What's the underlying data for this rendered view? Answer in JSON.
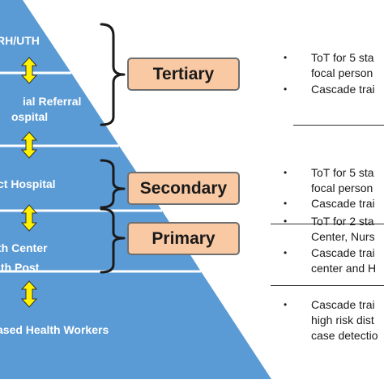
{
  "colors": {
    "pyramid": "#5b9bd5",
    "pyramid_divider": "#ffffff",
    "arrow_fill": "#fff200",
    "arrow_stroke": "#333333",
    "tier_box": "#f9c9a4",
    "tier_box_border": "#6f6f6f",
    "bracket": "#1a1a1a"
  },
  "icons": {
    "connector": "double-arrow-vertical-icon",
    "brace": "curly-brace-icon"
  },
  "pyramid": {
    "levels": [
      {
        "lines": [
          "RH/UTH"
        ]
      },
      {
        "lines": [
          "ial  Referral",
          "ospital"
        ]
      },
      {
        "lines": [
          "ct Hospital"
        ]
      },
      {
        "lines": [
          "th Center",
          "lth Post"
        ]
      },
      {
        "lines": [
          "ased Health Workers"
        ]
      }
    ]
  },
  "tiers": [
    {
      "label": "Tertiary"
    },
    {
      "label": "Secondary"
    },
    {
      "label": "Primary"
    }
  ],
  "notes": [
    {
      "bullets": [
        {
          "lines": [
            "ToT for 5 sta",
            "focal person"
          ]
        },
        {
          "lines": [
            "Cascade trai"
          ]
        }
      ]
    },
    {
      "bullets": [
        {
          "lines": [
            "ToT for 5 sta",
            "focal person"
          ]
        },
        {
          "lines": [
            "Cascade trai"
          ]
        }
      ]
    },
    {
      "bullets": [
        {
          "lines": [
            "ToT for 2 sta",
            "Center, Nurs"
          ]
        },
        {
          "lines": [
            "Cascade trai",
            "center and H"
          ]
        }
      ]
    },
    {
      "bullets": [
        {
          "lines": [
            "Cascade trai",
            "high risk dist",
            "case detectio"
          ]
        }
      ]
    }
  ]
}
